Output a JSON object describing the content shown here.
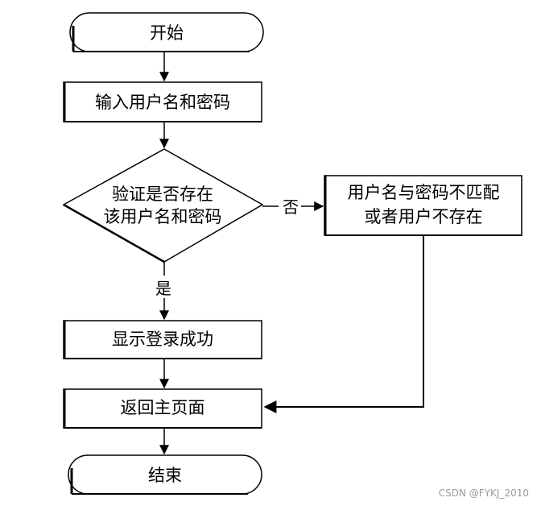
{
  "diagram": {
    "nodes": {
      "start": {
        "label": "开始"
      },
      "input": {
        "label": "输入用户名和密码"
      },
      "decision": {
        "line1": "验证是否存在",
        "line2": "该用户名和密码"
      },
      "error": {
        "line1": "用户名与密码不匹配",
        "line2": "或者用户不存在"
      },
      "success": {
        "label": "显示登录成功"
      },
      "return_home": {
        "label": "返回主页面"
      },
      "end": {
        "label": "结束"
      }
    },
    "edges": {
      "no_label": "否",
      "yes_label": "是"
    }
  },
  "watermark": "CSDN @FYKJ_2010"
}
